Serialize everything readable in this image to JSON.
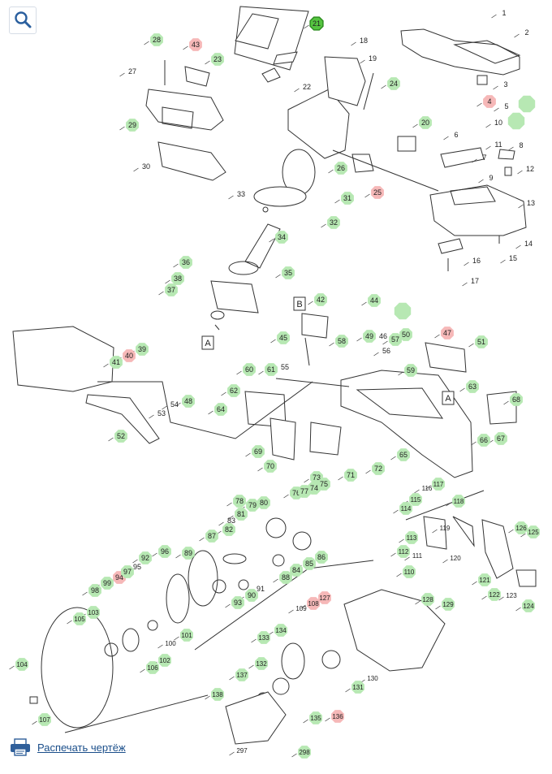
{
  "toolbar": {
    "search_icon": "search-icon"
  },
  "footer": {
    "print_label": "Распечать чертёж",
    "print_icon": "printer-icon"
  },
  "colors": {
    "normal": "#b7e8b3",
    "highlight": "#f6b8b8",
    "selected": "#55c440",
    "line": "#333333",
    "text": "#222222"
  },
  "diagram": {
    "boxed_letters": [
      "A",
      "B",
      "A"
    ],
    "callouts": [
      {
        "n": "1",
        "s": "plain"
      },
      {
        "n": "2",
        "s": "plain"
      },
      {
        "n": "3",
        "s": "plain"
      },
      {
        "n": "4",
        "s": "red"
      },
      {
        "n": "5",
        "s": "plain"
      },
      {
        "n": "6",
        "s": "plain"
      },
      {
        "n": "7",
        "s": "plain"
      },
      {
        "n": "8",
        "s": "plain"
      },
      {
        "n": "9",
        "s": "plain"
      },
      {
        "n": "10",
        "s": "plain"
      },
      {
        "n": "11",
        "s": "plain"
      },
      {
        "n": "12",
        "s": "plain"
      },
      {
        "n": "13",
        "s": "plain"
      },
      {
        "n": "14",
        "s": "plain"
      },
      {
        "n": "15",
        "s": "plain"
      },
      {
        "n": "16",
        "s": "plain"
      },
      {
        "n": "17",
        "s": "plain"
      },
      {
        "n": "18",
        "s": "plain"
      },
      {
        "n": "19",
        "s": "plain"
      },
      {
        "n": "20",
        "s": "green"
      },
      {
        "n": "21",
        "s": "selected"
      },
      {
        "n": "22",
        "s": "plain"
      },
      {
        "n": "23",
        "s": "green"
      },
      {
        "n": "24",
        "s": "green"
      },
      {
        "n": "25",
        "s": "red"
      },
      {
        "n": "26",
        "s": "green"
      },
      {
        "n": "27",
        "s": "plain"
      },
      {
        "n": "28",
        "s": "green"
      },
      {
        "n": "29",
        "s": "green"
      },
      {
        "n": "30",
        "s": "plain"
      },
      {
        "n": "31",
        "s": "green"
      },
      {
        "n": "32",
        "s": "green"
      },
      {
        "n": "33",
        "s": "plain"
      },
      {
        "n": "34",
        "s": "green"
      },
      {
        "n": "35",
        "s": "green"
      },
      {
        "n": "36",
        "s": "green"
      },
      {
        "n": "37",
        "s": "green"
      },
      {
        "n": "38",
        "s": "green"
      },
      {
        "n": "39",
        "s": "green"
      },
      {
        "n": "40",
        "s": "red"
      },
      {
        "n": "41",
        "s": "green"
      },
      {
        "n": "42",
        "s": "green"
      },
      {
        "n": "43",
        "s": "red"
      },
      {
        "n": "44",
        "s": "green"
      },
      {
        "n": "45",
        "s": "green"
      },
      {
        "n": "46",
        "s": "plain"
      },
      {
        "n": "47",
        "s": "red"
      },
      {
        "n": "48",
        "s": "green"
      },
      {
        "n": "49",
        "s": "green"
      },
      {
        "n": "50",
        "s": "green"
      },
      {
        "n": "51",
        "s": "green"
      },
      {
        "n": "52",
        "s": "green"
      },
      {
        "n": "53",
        "s": "plain"
      },
      {
        "n": "54",
        "s": "plain"
      },
      {
        "n": "55",
        "s": "plain"
      },
      {
        "n": "56",
        "s": "plain"
      },
      {
        "n": "57",
        "s": "green"
      },
      {
        "n": "58",
        "s": "green"
      },
      {
        "n": "59",
        "s": "green"
      },
      {
        "n": "60",
        "s": "green"
      },
      {
        "n": "61",
        "s": "green"
      },
      {
        "n": "62",
        "s": "green"
      },
      {
        "n": "63",
        "s": "green"
      },
      {
        "n": "64",
        "s": "green"
      },
      {
        "n": "65",
        "s": "green"
      },
      {
        "n": "66",
        "s": "green"
      },
      {
        "n": "67",
        "s": "green"
      },
      {
        "n": "68",
        "s": "green"
      },
      {
        "n": "69",
        "s": "green"
      },
      {
        "n": "70",
        "s": "green"
      },
      {
        "n": "71",
        "s": "green"
      },
      {
        "n": "72",
        "s": "green"
      },
      {
        "n": "73",
        "s": "green"
      },
      {
        "n": "74",
        "s": "green"
      },
      {
        "n": "75",
        "s": "green"
      },
      {
        "n": "76",
        "s": "green"
      },
      {
        "n": "77",
        "s": "green"
      },
      {
        "n": "78",
        "s": "green"
      },
      {
        "n": "79",
        "s": "green"
      },
      {
        "n": "80",
        "s": "green"
      },
      {
        "n": "81",
        "s": "green"
      },
      {
        "n": "82",
        "s": "green"
      },
      {
        "n": "83",
        "s": "plain"
      },
      {
        "n": "84",
        "s": "green"
      },
      {
        "n": "85",
        "s": "green"
      },
      {
        "n": "86",
        "s": "green"
      },
      {
        "n": "87",
        "s": "green"
      },
      {
        "n": "88",
        "s": "green"
      },
      {
        "n": "89",
        "s": "green"
      },
      {
        "n": "90",
        "s": "green"
      },
      {
        "n": "91",
        "s": "plain"
      },
      {
        "n": "92",
        "s": "green"
      },
      {
        "n": "93",
        "s": "green"
      },
      {
        "n": "94",
        "s": "red"
      },
      {
        "n": "95",
        "s": "plain"
      },
      {
        "n": "96",
        "s": "green"
      },
      {
        "n": "97",
        "s": "green"
      },
      {
        "n": "98",
        "s": "green"
      },
      {
        "n": "99",
        "s": "green"
      },
      {
        "n": "100",
        "s": "plain"
      },
      {
        "n": "101",
        "s": "green"
      },
      {
        "n": "102",
        "s": "green"
      },
      {
        "n": "103",
        "s": "green"
      },
      {
        "n": "104",
        "s": "green"
      },
      {
        "n": "105",
        "s": "green"
      },
      {
        "n": "106",
        "s": "green"
      },
      {
        "n": "107",
        "s": "green"
      },
      {
        "n": "108",
        "s": "red"
      },
      {
        "n": "109",
        "s": "plain"
      },
      {
        "n": "110",
        "s": "green"
      },
      {
        "n": "111",
        "s": "plain"
      },
      {
        "n": "112",
        "s": "green"
      },
      {
        "n": "113",
        "s": "green"
      },
      {
        "n": "114",
        "s": "green"
      },
      {
        "n": "115",
        "s": "green"
      },
      {
        "n": "116",
        "s": "plain"
      },
      {
        "n": "117",
        "s": "green"
      },
      {
        "n": "118",
        "s": "green"
      },
      {
        "n": "119",
        "s": "plain"
      },
      {
        "n": "120",
        "s": "plain"
      },
      {
        "n": "121",
        "s": "green"
      },
      {
        "n": "122",
        "s": "green"
      },
      {
        "n": "123",
        "s": "plain"
      },
      {
        "n": "124",
        "s": "green"
      },
      {
        "n": "125",
        "s": "green"
      },
      {
        "n": "126",
        "s": "green"
      },
      {
        "n": "127",
        "s": "red"
      },
      {
        "n": "128",
        "s": "green"
      },
      {
        "n": "129",
        "s": "green"
      },
      {
        "n": "130",
        "s": "plain"
      },
      {
        "n": "131",
        "s": "green"
      },
      {
        "n": "132",
        "s": "green"
      },
      {
        "n": "133",
        "s": "green"
      },
      {
        "n": "134",
        "s": "green"
      },
      {
        "n": "135",
        "s": "green"
      },
      {
        "n": "136",
        "s": "red"
      },
      {
        "n": "137",
        "s": "green"
      },
      {
        "n": "138",
        "s": "green"
      },
      {
        "n": "297",
        "s": "plain"
      },
      {
        "n": "298",
        "s": "green"
      }
    ]
  }
}
